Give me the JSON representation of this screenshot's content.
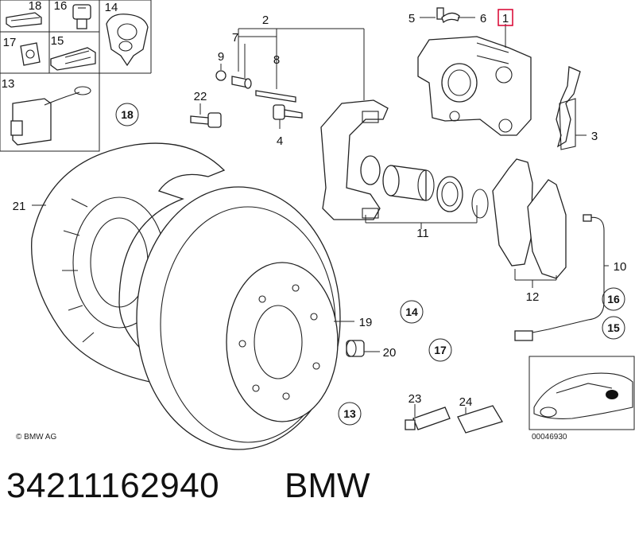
{
  "labels": {
    "l1": "1",
    "l2": "2",
    "l3": "3",
    "l4": "4",
    "l5": "5",
    "l6": "6",
    "l7": "7",
    "l8": "8",
    "l9": "9",
    "l10": "10",
    "l11": "11",
    "l12": "12",
    "l13": "13",
    "l14": "14",
    "l15": "15",
    "l16": "16",
    "l17": "17",
    "l18": "18",
    "l19": "19",
    "l20": "20",
    "l21": "21",
    "l22": "22",
    "l23": "23",
    "l24": "24"
  },
  "circled": {
    "c18": "18",
    "c14": "14",
    "c17": "17",
    "c13": "13",
    "c16": "16",
    "c15": "15"
  },
  "copyright": "© BMW AG",
  "drawing_number": "00046930",
  "part_number": "34211162940",
  "brand": "BMW",
  "colors": {
    "highlight": "#d9002f",
    "line": "#222222"
  }
}
